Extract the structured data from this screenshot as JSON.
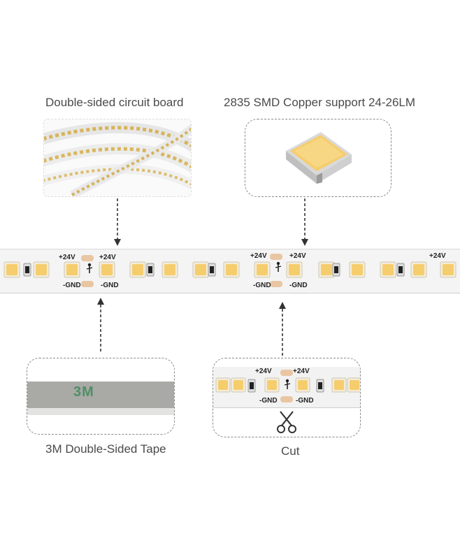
{
  "labels": {
    "circuit_board": "Double-sided circuit board",
    "smd": "2835 SMD Copper support 24-26LM",
    "tape": "3M Double-Sided Tape",
    "cut": "Cut"
  },
  "strip": {
    "positive": "+24V",
    "negative": "-GND"
  },
  "tape_logo": "3M",
  "colors": {
    "led_yellow": "#f6cd6d",
    "led_pad": "#f3ecd9",
    "copper_pad": "#e9c6a3",
    "strip_white": "#f4f4f4",
    "tape_gray": "#a9a9a6",
    "tape_green": "#4f8f66",
    "frame_dash": "#8a8a8a"
  },
  "icons": {
    "cut_tool": "scissors-icon",
    "cut_mark": "cut-figure-icon"
  }
}
